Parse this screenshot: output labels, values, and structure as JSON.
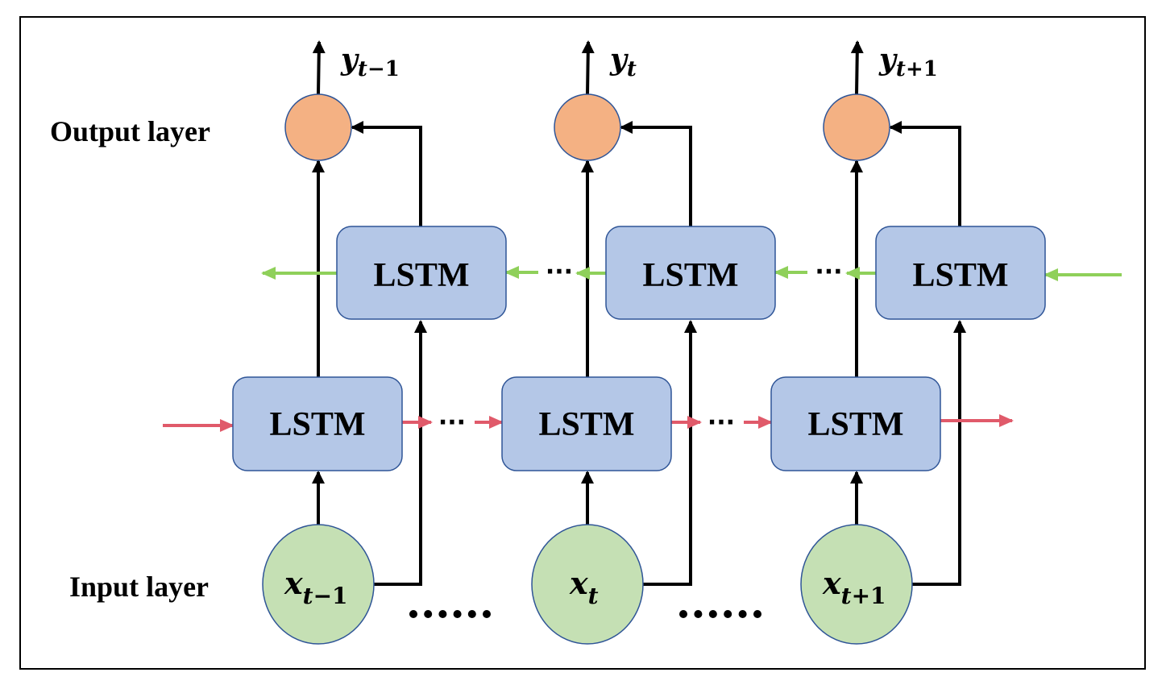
{
  "layers": {
    "output_label": "Output layer",
    "input_label": "Input layer"
  },
  "cell_label": "LSTM",
  "timesteps": [
    {
      "input": {
        "base": "x",
        "sub_t": "t",
        "sub_rest": "−1"
      },
      "output": {
        "base": "y",
        "sub_t": "t",
        "sub_rest": "−1"
      }
    },
    {
      "input": {
        "base": "x",
        "sub_t": "t",
        "sub_rest": ""
      },
      "output": {
        "base": "y",
        "sub_t": "t",
        "sub_rest": ""
      }
    },
    {
      "input": {
        "base": "x",
        "sub_t": "t",
        "sub_rest": "+1"
      },
      "output": {
        "base": "y",
        "sub_t": "t",
        "sub_rest": "+1"
      }
    }
  ],
  "ellipsis_short": "···",
  "ellipsis_long": "······",
  "colors": {
    "lstm_fill": "#b4c7e7",
    "lstm_stroke": "#2f5597",
    "output_fill": "#f4b183",
    "input_fill": "#c5e0b4",
    "node_stroke": "#2f5597",
    "forward_arrow": "#e05a6a",
    "backward_arrow": "#8fd05a",
    "line": "#000000"
  }
}
